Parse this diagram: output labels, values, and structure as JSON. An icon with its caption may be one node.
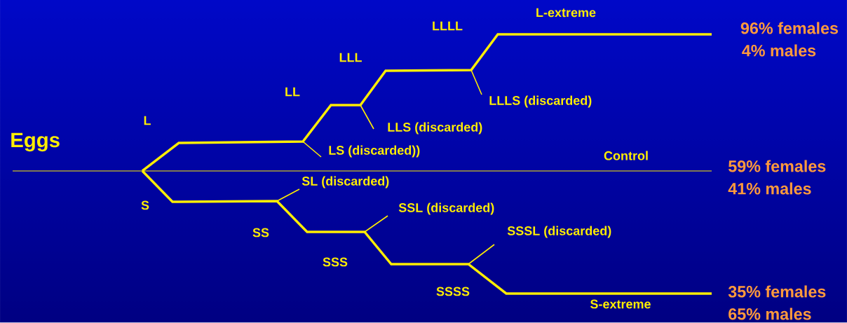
{
  "diagram": {
    "labels": [
      "L-extreme",
      "LLLL",
      "96% females",
      "4% males",
      "LLL",
      "LL",
      "LLLS (discarded)",
      "L",
      "LLS (discarded)",
      "Eggs",
      "LS (discarded))",
      "Control",
      "59% females",
      "SL (discarded)",
      "41% males",
      "S",
      "SSL (discarded)",
      "SS",
      "SSSL (discarded)",
      "SSS",
      "SSSS",
      "35% females",
      "S-extreme",
      "65% males"
    ]
  }
}
